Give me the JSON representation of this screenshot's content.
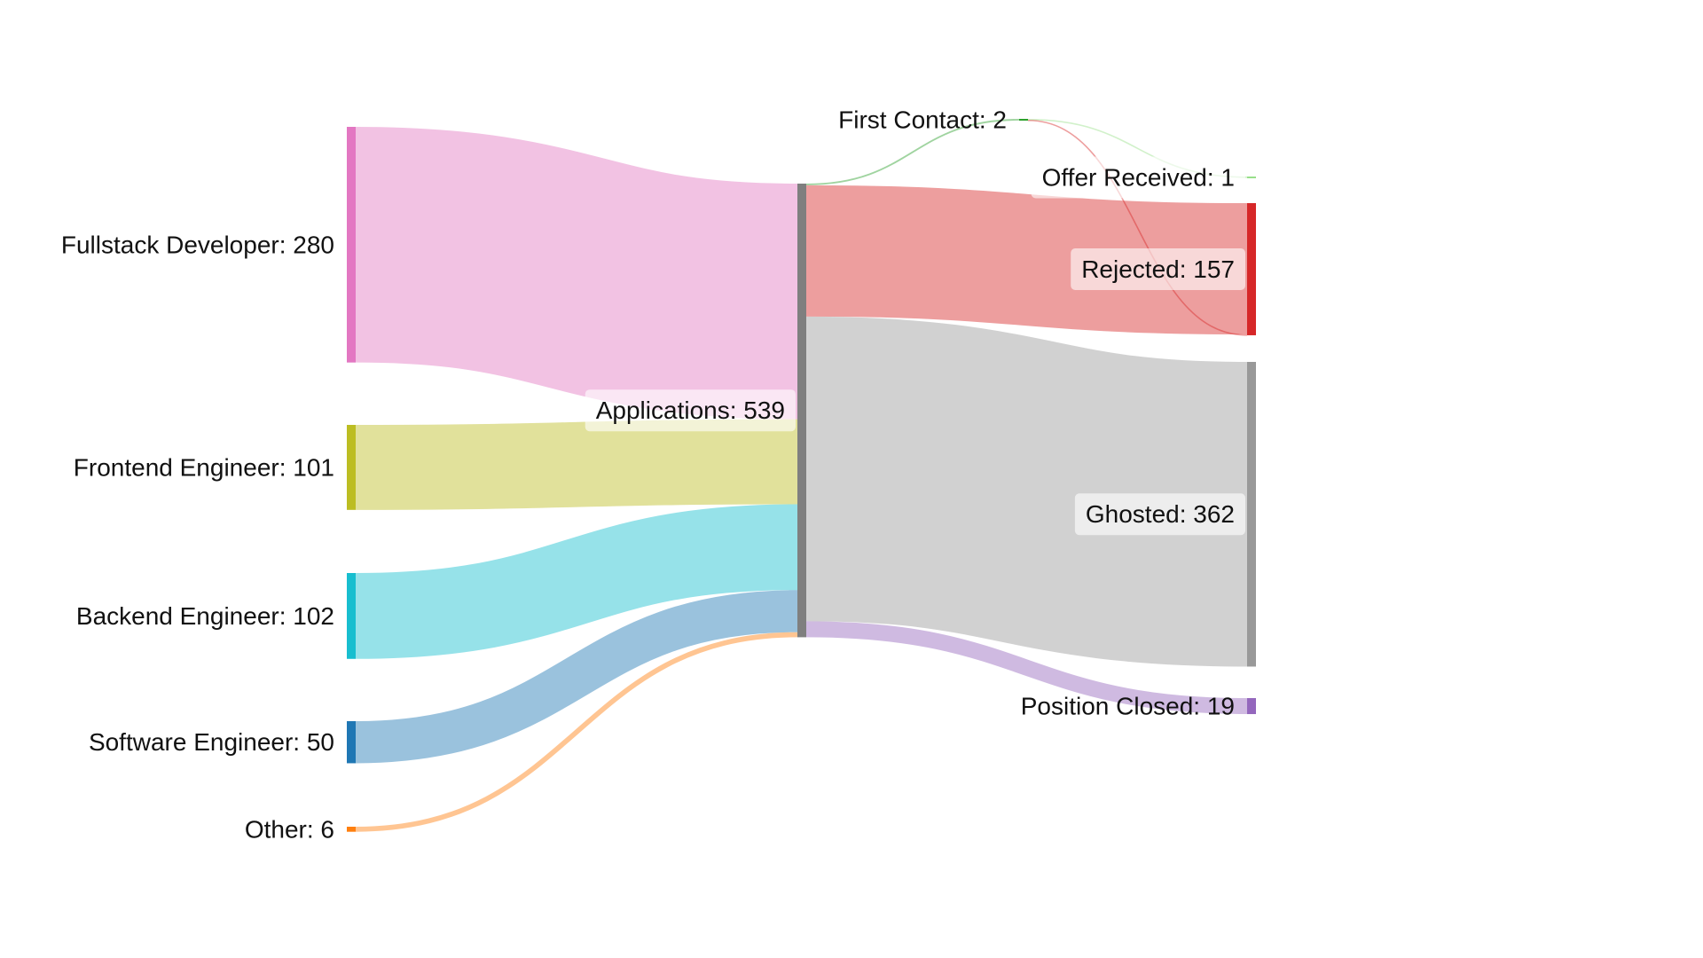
{
  "chart_data": {
    "type": "sankey",
    "nodes": [
      {
        "id": "fullstack",
        "label": "Fullstack Developer: 280",
        "value": 280,
        "color": "#e377c2"
      },
      {
        "id": "frontend",
        "label": "Frontend Engineer: 101",
        "value": 101,
        "color": "#bcbd22"
      },
      {
        "id": "backend",
        "label": "Backend Engineer: 102",
        "value": 102,
        "color": "#17becf"
      },
      {
        "id": "software",
        "label": "Software Engineer: 50",
        "value": 50,
        "color": "#1f77b4"
      },
      {
        "id": "other",
        "label": "Other: 6",
        "value": 6,
        "color": "#ff7f0e"
      },
      {
        "id": "applications",
        "label": "Applications: 539",
        "value": 539,
        "color": "#7f7f7f"
      },
      {
        "id": "first_contact",
        "label": "First Contact: 2",
        "value": 2,
        "color": "#2ca02c"
      },
      {
        "id": "rejected",
        "label": "Rejected: 157",
        "value": 157,
        "color": "#d62728"
      },
      {
        "id": "ghosted",
        "label": "Ghosted: 362",
        "value": 362,
        "color": "#999999"
      },
      {
        "id": "position_closed",
        "label": "Position Closed: 19",
        "value": 19,
        "color": "#9467bd"
      },
      {
        "id": "offer_received",
        "label": "Offer Received: 1",
        "value": 1,
        "color": "#98df8a"
      }
    ],
    "links": [
      {
        "source": "fullstack",
        "target": "applications",
        "value": 280
      },
      {
        "source": "frontend",
        "target": "applications",
        "value": 101
      },
      {
        "source": "backend",
        "target": "applications",
        "value": 102
      },
      {
        "source": "software",
        "target": "applications",
        "value": 50
      },
      {
        "source": "other",
        "target": "applications",
        "value": 6
      },
      {
        "source": "applications",
        "target": "first_contact",
        "value": 2
      },
      {
        "source": "applications",
        "target": "rejected",
        "value": 156
      },
      {
        "source": "applications",
        "target": "ghosted",
        "value": 362
      },
      {
        "source": "applications",
        "target": "position_closed",
        "value": 19
      },
      {
        "source": "first_contact",
        "target": "offer_received",
        "value": 1
      },
      {
        "source": "first_contact",
        "target": "rejected",
        "value": 1
      }
    ]
  }
}
